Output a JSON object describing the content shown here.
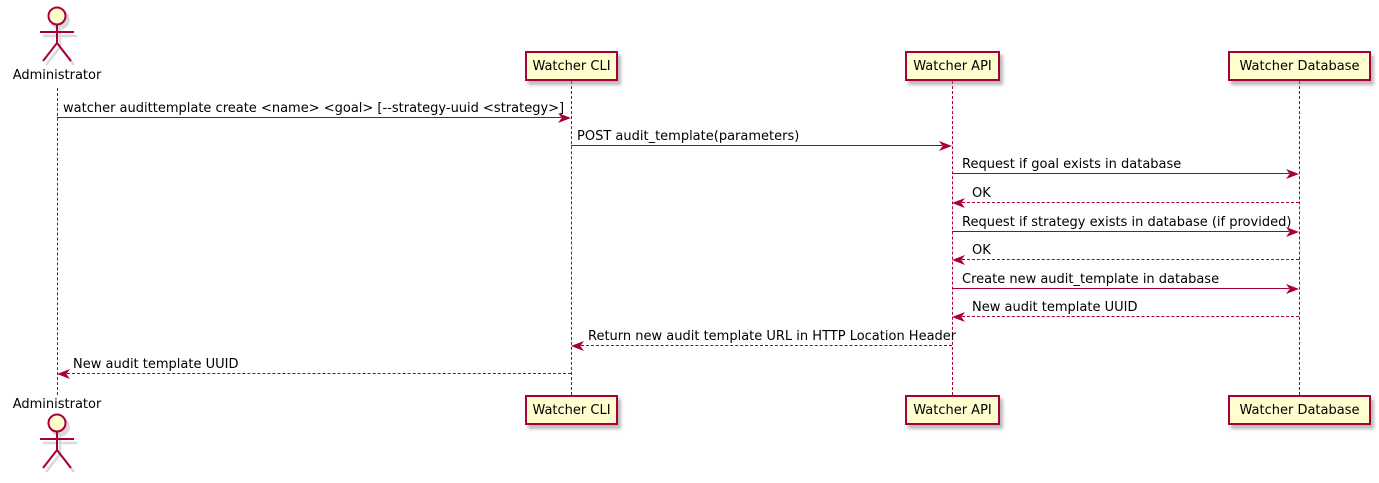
{
  "diagram_type": "sequence-diagram",
  "colors": {
    "accent": "#A80036",
    "participant_fill": "#FEFECE",
    "text": "#000000",
    "shadow": "#B0B0B0",
    "background": "#FFFFFF"
  },
  "actor": {
    "label": "Administrator"
  },
  "participants": [
    {
      "label": "Watcher CLI"
    },
    {
      "label": "Watcher API"
    },
    {
      "label": "Watcher Database"
    }
  ],
  "messages": [
    {
      "from": "Administrator",
      "to": "Watcher CLI",
      "line": "solid",
      "label": "watcher audittemplate create <name> <goal> [--strategy-uuid <strategy>]"
    },
    {
      "from": "Watcher CLI",
      "to": "Watcher API",
      "line": "solid",
      "label": "POST audit_template(parameters)"
    },
    {
      "from": "Watcher API",
      "to": "Watcher Database",
      "line": "solid",
      "label": "Request if goal exists in database"
    },
    {
      "from": "Watcher Database",
      "to": "Watcher API",
      "line": "dashed",
      "label": "OK"
    },
    {
      "from": "Watcher API",
      "to": "Watcher Database",
      "line": "solid",
      "label": "Request if strategy exists in database (if provided)"
    },
    {
      "from": "Watcher Database",
      "to": "Watcher API",
      "line": "dashed",
      "label": "OK"
    },
    {
      "from": "Watcher API",
      "to": "Watcher Database",
      "line": "solid",
      "label": "Create new audit_template in database"
    },
    {
      "from": "Watcher Database",
      "to": "Watcher API",
      "line": "dashed",
      "label": "New audit template UUID"
    },
    {
      "from": "Watcher API",
      "to": "Watcher CLI",
      "line": "dashed",
      "label": "Return new audit template URL in HTTP Location Header"
    },
    {
      "from": "Watcher CLI",
      "to": "Administrator",
      "line": "dashed",
      "label": "New audit template UUID"
    }
  ]
}
